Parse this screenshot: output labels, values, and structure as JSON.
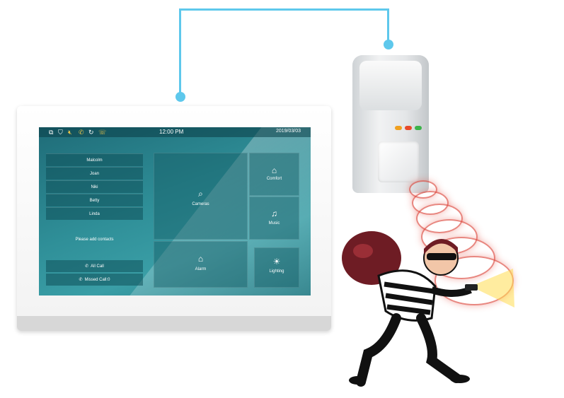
{
  "statusbar": {
    "time": "12:00 PM",
    "date": "2019/03/03",
    "icons": [
      "copy-icon",
      "shield-icon",
      "speaker-mute-icon",
      "phone-icon",
      "redial-icon",
      "call-icon"
    ]
  },
  "contacts": [
    "Malcolm",
    "Joan",
    "Niki",
    "Betty",
    "Linda"
  ],
  "contacts_hint": "Please add contacts",
  "calls": {
    "all_call": "All Call",
    "missed_call": "Missed Call:0"
  },
  "tiles": {
    "cameras": "Cameras",
    "comfort": "Comfort",
    "music": "Music",
    "alarm": "Alarm",
    "lighting": "Lighting"
  },
  "colors": {
    "wire": "#5ec8ec",
    "screen": "#2f8f98",
    "led_orange": "#f0a020",
    "led_red": "#e84a2a",
    "led_green": "#3cb34a"
  }
}
